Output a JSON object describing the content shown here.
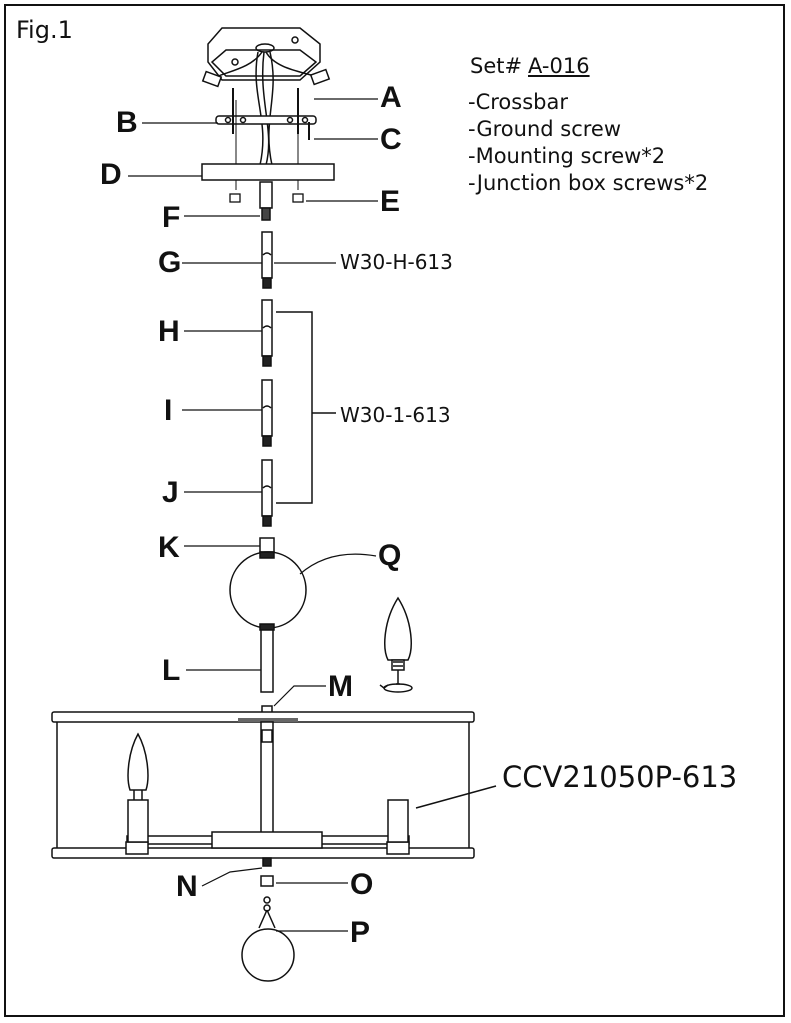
{
  "figure_label": "Fig.1",
  "set": {
    "prefix": "Set#",
    "code": "A-016"
  },
  "kit_items": [
    "-Crossbar",
    "-Ground  screw",
    "-Mounting  screw*2",
    "-Junction box screws*2"
  ],
  "part_letters": {
    "A": "A",
    "B": "B",
    "C": "C",
    "D": "D",
    "E": "E",
    "F": "F",
    "G": "G",
    "H": "H",
    "I": "I",
    "J": "J",
    "K": "K",
    "L": "L",
    "M": "M",
    "N": "N",
    "O": "O",
    "P": "P",
    "Q": "Q"
  },
  "rod_codes": {
    "short_rod": "W30-H-613",
    "long_rods": "W30-1-613"
  },
  "fixture_model": "CCV21050P-613"
}
